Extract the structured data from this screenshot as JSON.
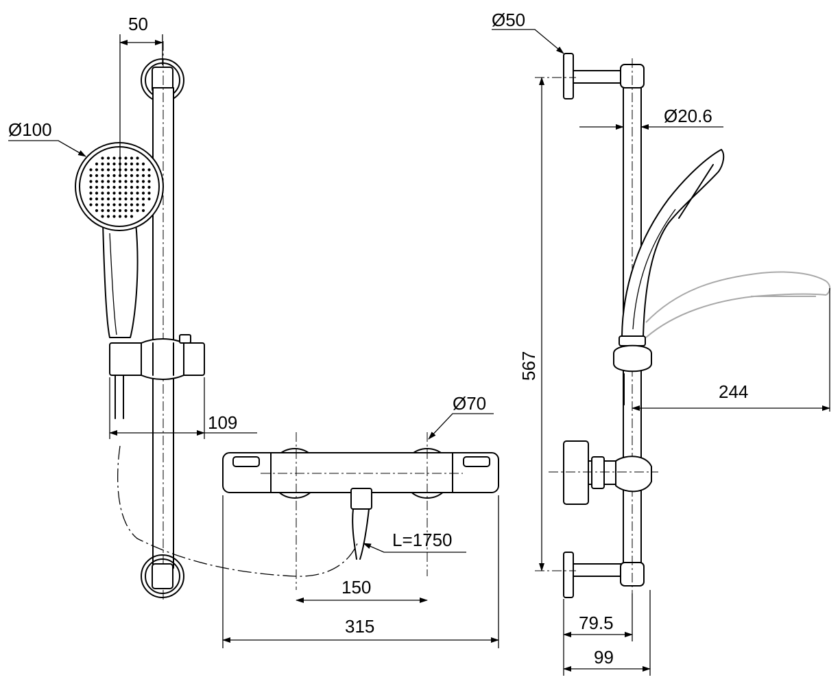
{
  "dimensions": {
    "bracket_spacing": "50",
    "handset_diameter": "Ø100",
    "holder_projection": "109",
    "flange_diameter": "Ø70",
    "hose_length": "L=1750",
    "inlet_centres": "150",
    "valve_length": "315",
    "wall_plate_diameter": "Ø50",
    "rail_diameter": "Ø20.6",
    "rail_height": "567",
    "handset_reach": "244",
    "rail_projection": "79.5",
    "total_projection": "99"
  }
}
